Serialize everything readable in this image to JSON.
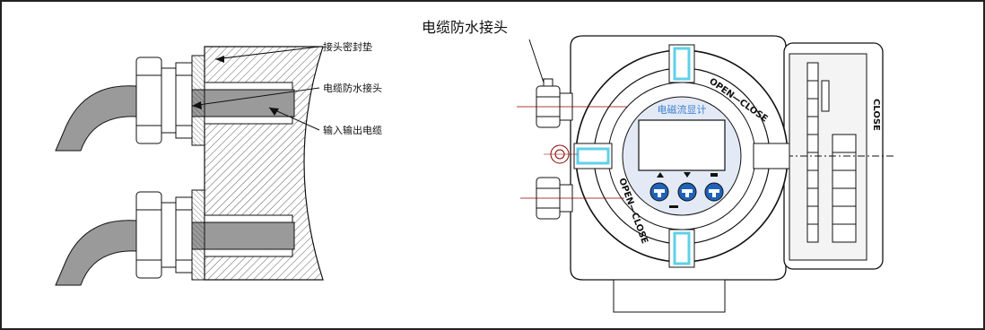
{
  "left_diagram": {
    "callouts": [
      "接头密封垫",
      "电缆防水接头",
      "输入输出电缆"
    ]
  },
  "right_diagram": {
    "title": "电缆防水接头",
    "display_label": "电磁流显计",
    "ring_text_top": "OPEN—CLOSE",
    "ring_text_bottom": "OPEN—CLOSE",
    "side_text": "CLOSE",
    "accent_color": "#5fd0e8"
  }
}
